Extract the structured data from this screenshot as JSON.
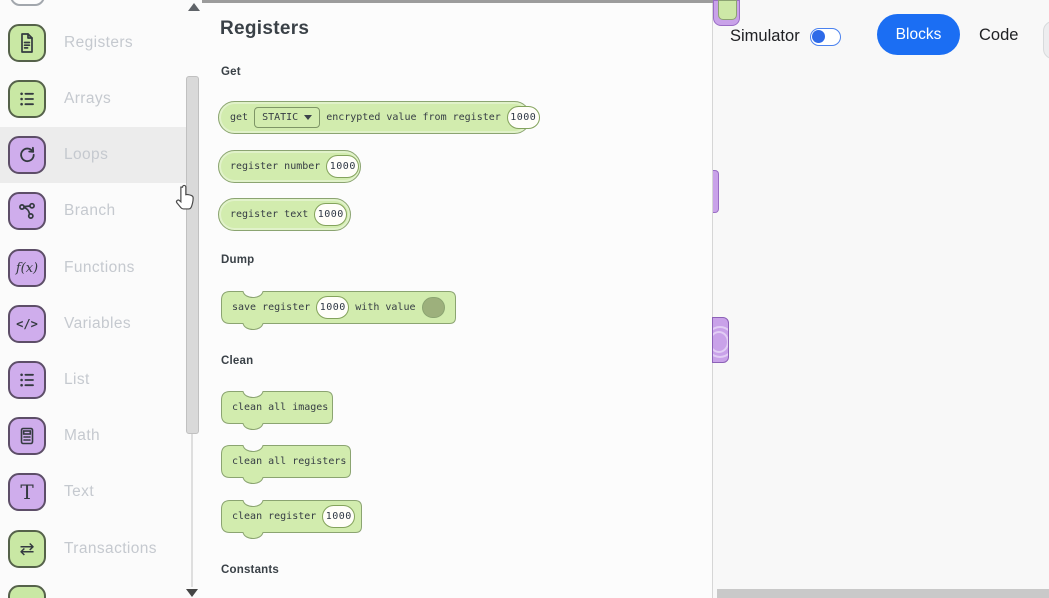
{
  "header": {
    "simulator_label": "Simulator",
    "blocks_button": "Blocks",
    "code_label": "Code"
  },
  "sidebar": {
    "items": [
      {
        "label": "Registers",
        "icon": "document-icon",
        "theme": "green"
      },
      {
        "label": "Arrays",
        "icon": "bulleted-list-icon",
        "theme": "green"
      },
      {
        "label": "Loops",
        "icon": "loop-arrow-icon",
        "theme": "purple",
        "selected": true
      },
      {
        "label": "Branch",
        "icon": "branch-icon",
        "theme": "purple"
      },
      {
        "label": "Functions",
        "icon": "function-icon",
        "theme": "purple"
      },
      {
        "label": "Variables",
        "icon": "code-tags-icon",
        "theme": "purple"
      },
      {
        "label": "List",
        "icon": "bulleted-list-icon",
        "theme": "purple"
      },
      {
        "label": "Math",
        "icon": "calculator-icon",
        "theme": "purple"
      },
      {
        "label": "Text",
        "icon": "text-icon",
        "theme": "purple"
      },
      {
        "label": "Transactions",
        "icon": "swap-arrows-icon",
        "theme": "green"
      }
    ],
    "icon_glyphs": {
      "functions": "f(x)",
      "variables": "</>",
      "text": "T",
      "transactions": "⇄"
    }
  },
  "flyout": {
    "title": "Registers",
    "sections": {
      "get": "Get",
      "dump": "Dump",
      "clean": "Clean",
      "constants": "Constants"
    },
    "blocks": {
      "get_encrypted": {
        "text_get": "get",
        "dropdown": "STATIC",
        "text_rest": "encrypted value from register",
        "value": "1000"
      },
      "register_number": {
        "text": "register number",
        "value": "1000"
      },
      "register_text": {
        "text": "register text",
        "value": "1000"
      },
      "save_register": {
        "text_save": "save register",
        "value": "1000",
        "text_with": "with value"
      },
      "clean_all_images": {
        "text": "clean all images"
      },
      "clean_all_registers": {
        "text": "clean all registers"
      },
      "clean_register": {
        "text": "clean register",
        "value": "1000"
      }
    }
  },
  "colors": {
    "block_green_fill": "#d2ecae",
    "block_green_border": "#8ba471",
    "icon_green": "#c9e8a4",
    "icon_purple": "#cfadec",
    "accent_blue": "#1b6ef3",
    "workspace_purple": "#c9a2e9",
    "selected_row": "#ececec"
  }
}
